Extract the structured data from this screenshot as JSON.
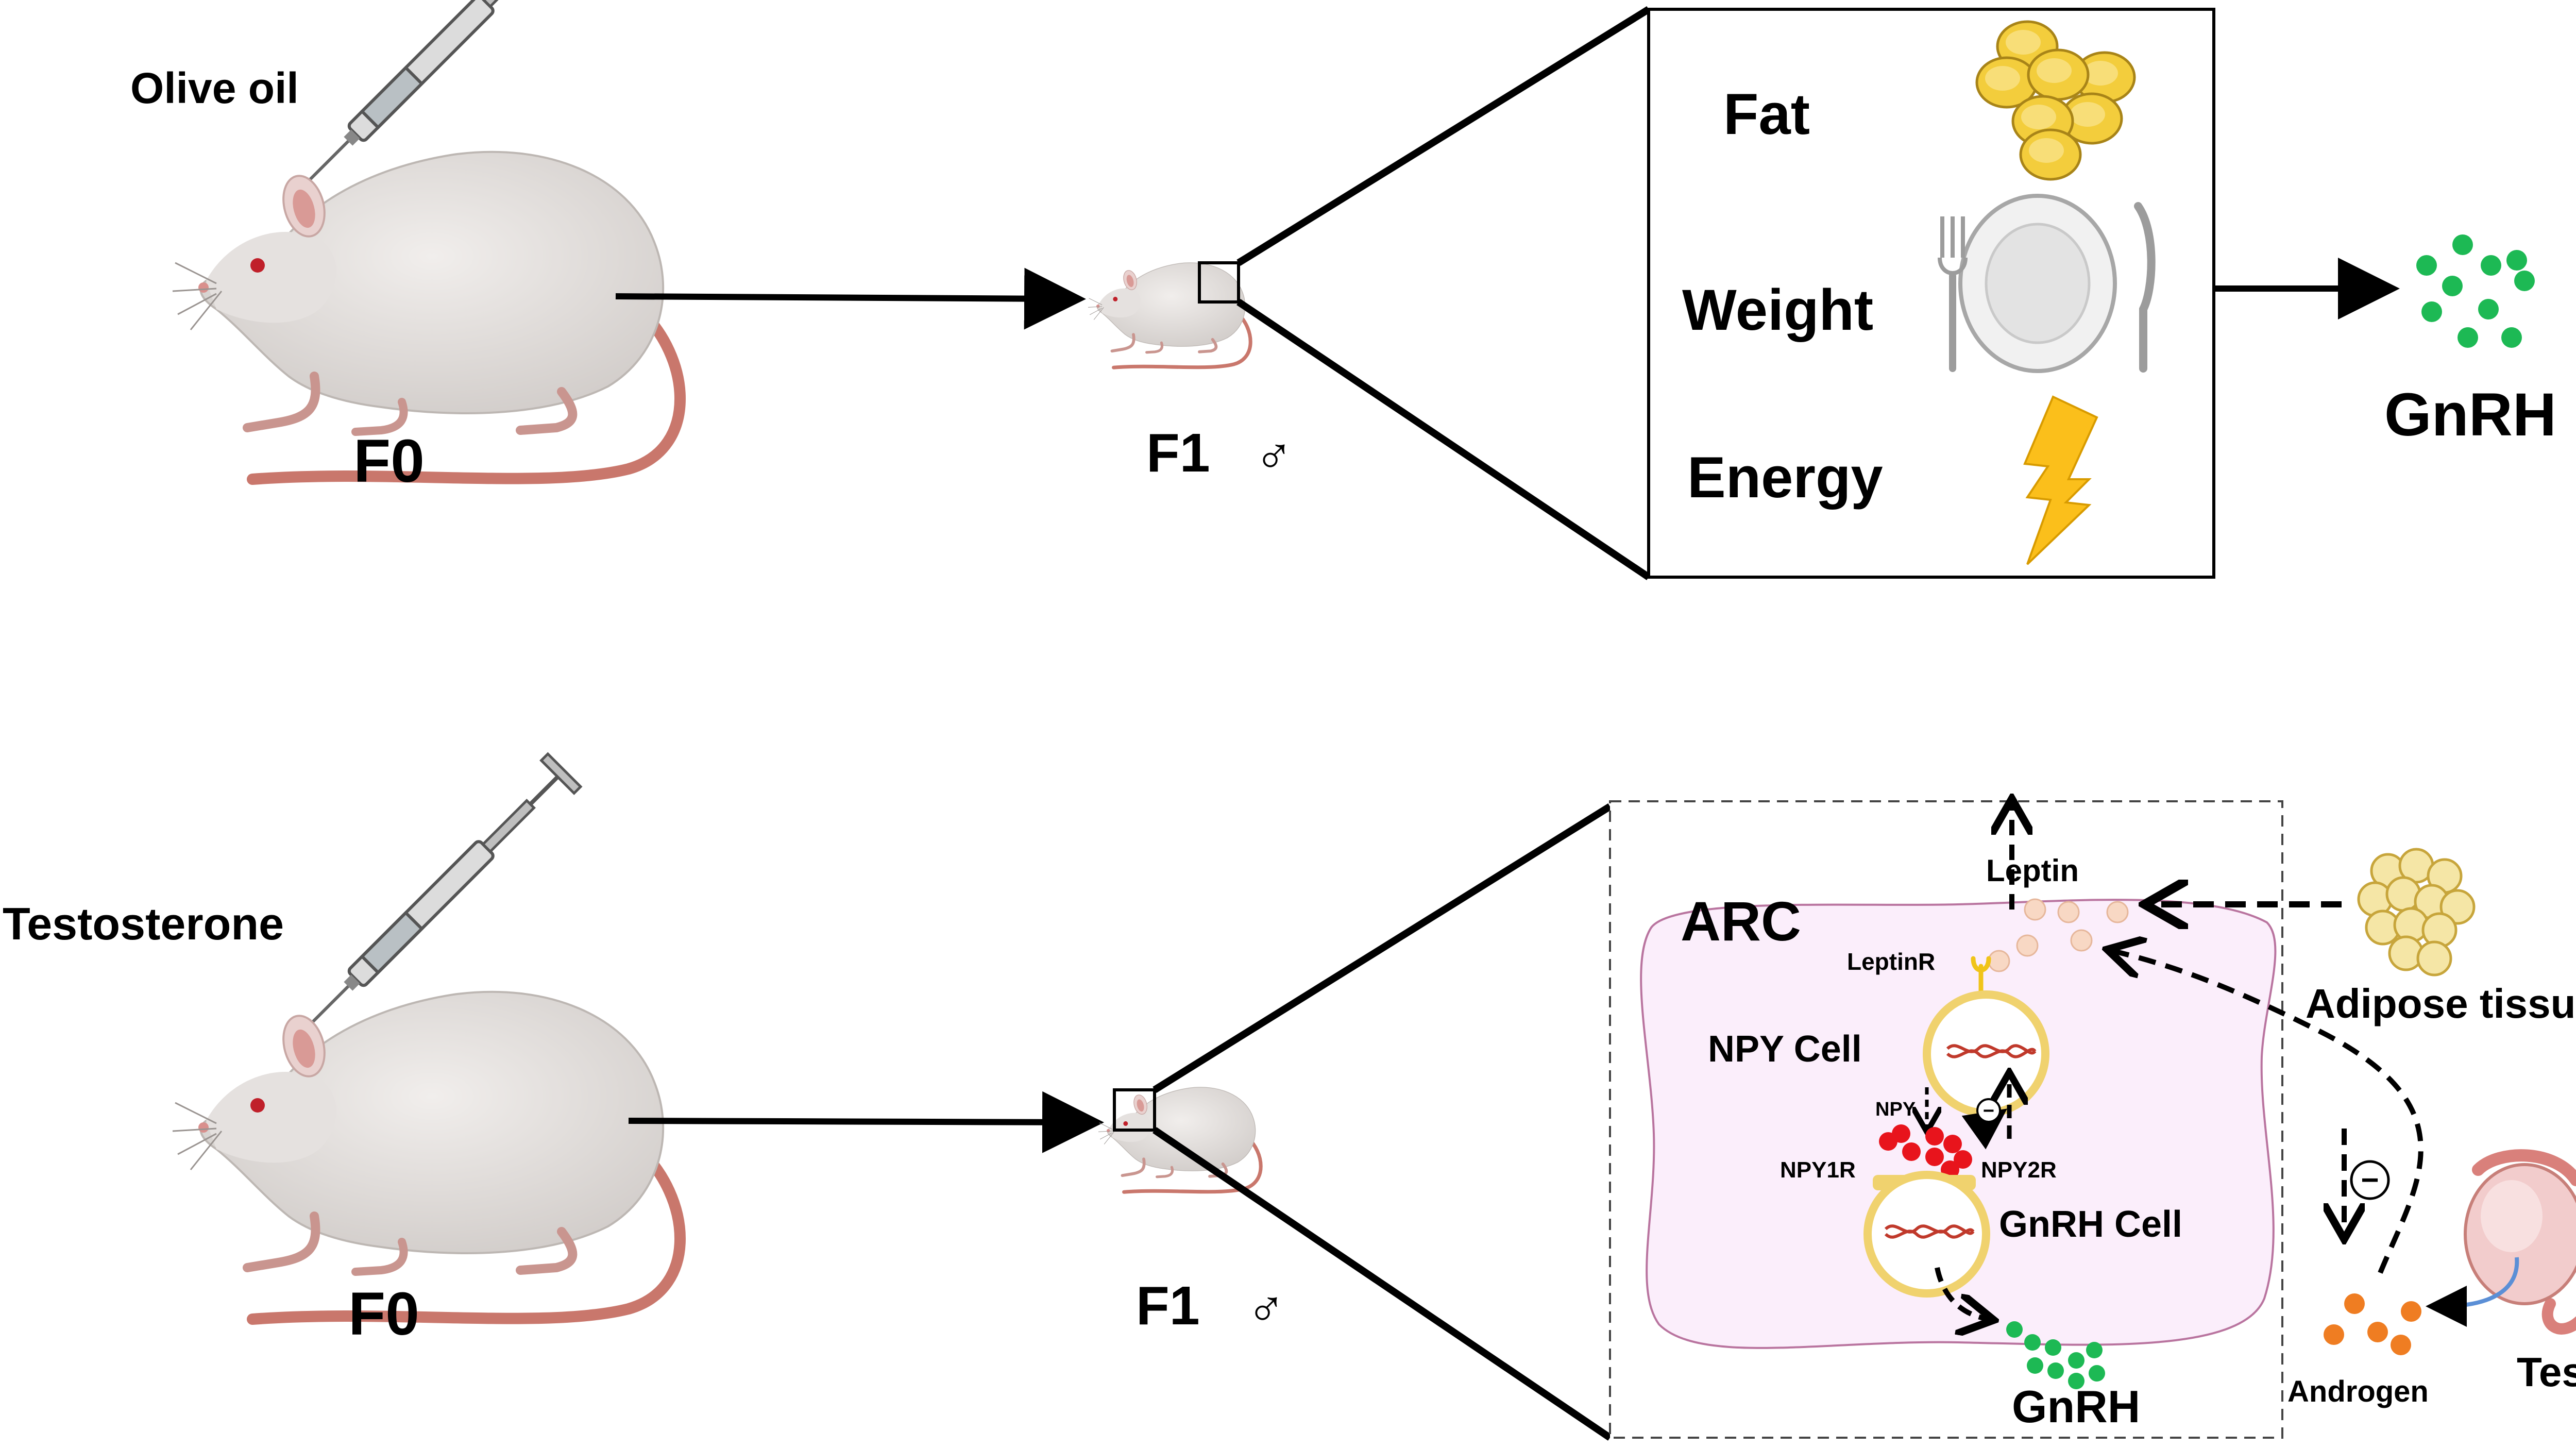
{
  "top_panel": {
    "injection_label": "Olive oil",
    "parent_label": "F0",
    "offspring_label": "F1",
    "offspring_symbol": "♂",
    "phenotypes": [
      "Fat",
      "Weight",
      "Energy"
    ],
    "outcome_label": "GnRH"
  },
  "bottom_panel": {
    "injection_label": "Testosterone",
    "parent_label": "F0",
    "offspring_label": "F1",
    "offspring_symbol": "♂",
    "region_label": "ARC",
    "leptin_label": "Leptin",
    "leptin_receptor_label": "LeptinR",
    "npy_cell_label": "NPY Cell",
    "npy_label": "NPY",
    "npy1r_label": "NPY1R",
    "npy2r_label": "NPY2R",
    "gnrh_cell_label": "GnRH Cell",
    "gnrh_output_label": "GnRH",
    "adipose_label": "Adipose tissue",
    "androgen_label": "Androgen",
    "testis_label": "Testis",
    "inhibition_symbol": "⊖"
  },
  "colors": {
    "gnrh_dots": "#1db954",
    "npy_dots": "#e8141c",
    "androgen_dots": "#ef7d22",
    "leptin_dots": "#f8d8c4",
    "arc_fill": "#fbeefb",
    "arc_border": "#b9749f",
    "cell_border": "#f0d26e",
    "fat": "#f3cd3c",
    "energy": "#fbbf1b",
    "rat_body": "#e8e4e2",
    "rat_tail": "#c9776c"
  }
}
